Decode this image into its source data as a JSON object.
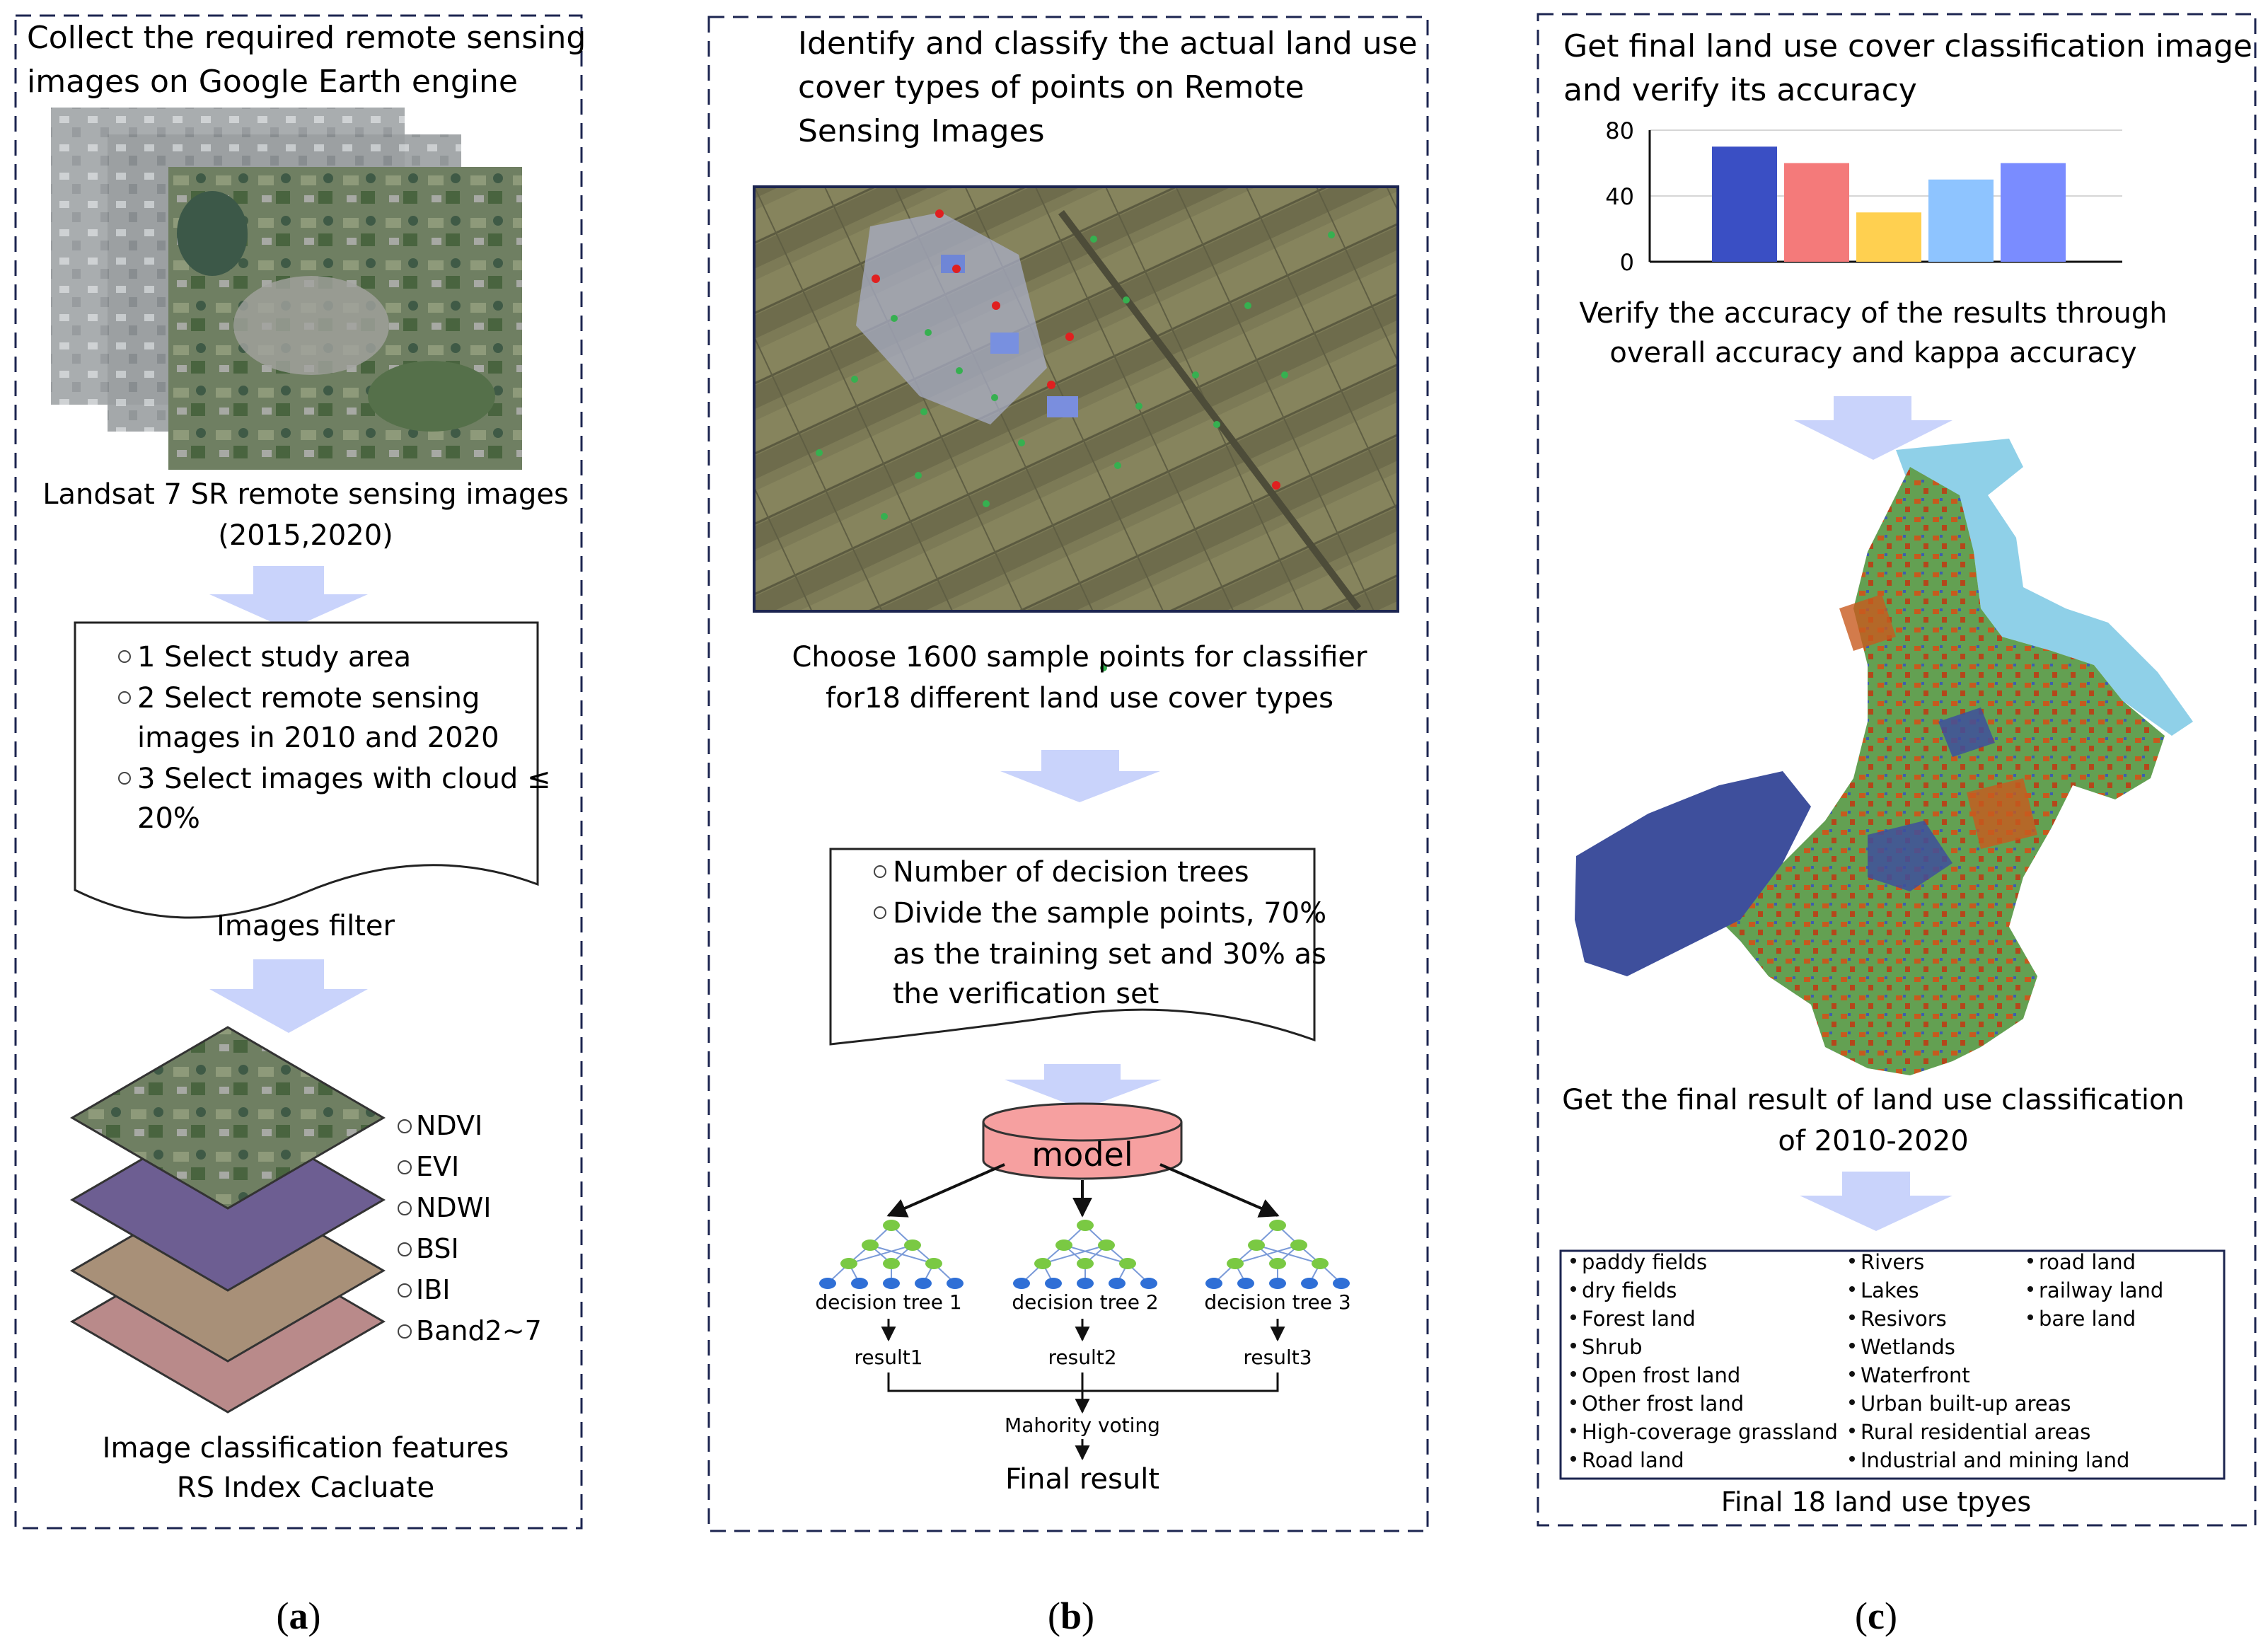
{
  "panel_a": {
    "title_line1": "Collect the required remote sensing",
    "title_line2": "images on Google Earth engine",
    "caption_line1": "Landsat 7 SR remote sensing images",
    "caption_line2": "(2015,2020)",
    "filter_items": [
      {
        "line1": "1 Select study area",
        "line2": ""
      },
      {
        "line1": "2 Select remote sensing",
        "line2": "images in 2010 and 2020"
      },
      {
        "line1": "3 Select images with cloud ≤",
        "line2": "20%"
      }
    ],
    "filter_caption": "Images filter",
    "features": [
      "NDVI",
      "EVI",
      "NDWI",
      "BSI",
      "IBI",
      "Band2~7"
    ],
    "bottom_line1": "Image classification features",
    "bottom_line2": "RS Index Cacluate",
    "label_open": "(",
    "label_letter": "a",
    "label_close": ")"
  },
  "panel_b": {
    "title_line1": "Identify and classify the actual land use",
    "title_line2": "cover types of points on Remote",
    "title_line3": "Sensing Images",
    "caption_line1": "Choose 1600  sample points for classifier",
    "caption_line2": "for18 different land use cover types",
    "settings": [
      {
        "line1": "Number of decision trees",
        "line2": "",
        "line3": ""
      },
      {
        "line1": "Divide the sample points, 70%",
        "line2": "as the training set and 30% as",
        "line3": "the verification set"
      }
    ],
    "model_label": "model",
    "trees": [
      {
        "name": "decision tree 1",
        "result": "result1"
      },
      {
        "name": "decision tree 2",
        "result": "result2"
      },
      {
        "name": "decision tree 3",
        "result": "result3"
      }
    ],
    "voting_label": "Mahority voting",
    "final_label": "Final result",
    "label_open": "(",
    "label_letter": "b",
    "label_close": ")"
  },
  "panel_c": {
    "title_line1": "Get final land use cover classification image",
    "title_line2": "and verify its accuracy",
    "verify_line1": "Verify the accuracy of the results through",
    "verify_line2": "overall accuracy and kappa accuracy",
    "result_line1": "Get the final result of land use classification",
    "result_line2": "of 2010-2020",
    "legend_col1": [
      "paddy fields",
      "dry fields",
      "Forest land",
      "Shrub",
      "Open frost land",
      "Other frost land",
      "High-coverage grassland",
      "Road land"
    ],
    "legend_col2": [
      "Rivers",
      "Lakes",
      "Resivors",
      "Wetlands",
      "Waterfront",
      "Urban built-up areas",
      "Rural residential areas",
      "Industrial and mining land"
    ],
    "legend_col3": [
      "road land",
      "railway land",
      "bare land"
    ],
    "legend_caption": "Final 18  land use tpyes",
    "label_open": "(",
    "label_letter": "c",
    "label_close": ")"
  },
  "chart_data": {
    "type": "bar",
    "categories": [
      "",
      "",
      "",
      "",
      ""
    ],
    "values": [
      70,
      60,
      30,
      50,
      60
    ],
    "colors": [
      "#3a4fc4",
      "#f47a7a",
      "#ffd050",
      "#8ec4ff",
      "#7a8cff"
    ],
    "yticks": [
      "0",
      "40",
      "80"
    ],
    "ylim": [
      0,
      80
    ],
    "title": "",
    "xlabel": "",
    "ylabel": ""
  },
  "colors": {
    "dashed_border": "#1c2550",
    "big_arrow": "#c9d3fb",
    "model_fill": "#f6a0a0",
    "tree_root": "#7ac943",
    "tree_node": "#2f6fd6",
    "map_water": "#3e4f9c",
    "map_green": "#5e9a52",
    "map_urban": "#c85a1e",
    "map_river": "#8fd0e8"
  }
}
